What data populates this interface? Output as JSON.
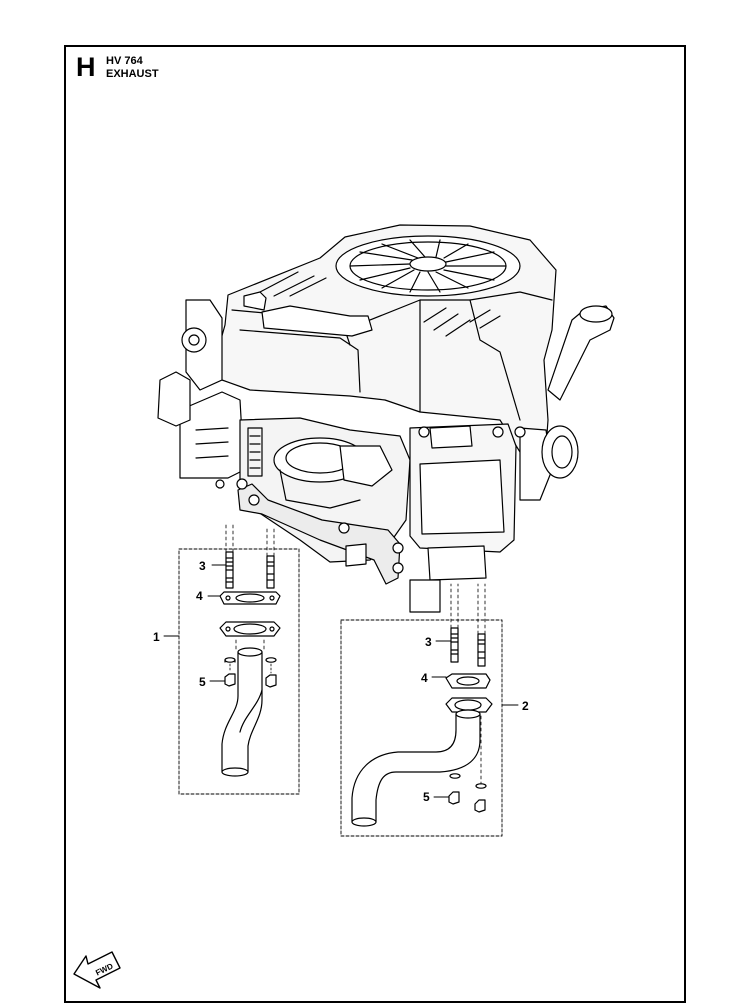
{
  "header": {
    "section_letter": "H",
    "model": "HV 764",
    "title": "EXHAUST"
  },
  "callouts": {
    "kit_left": "1",
    "kit_right": "2",
    "stud_left": "3",
    "gasket_left": "4",
    "nut_left": "5",
    "stud_right": "3",
    "gasket_right": "4",
    "nut_right": "5"
  },
  "direction_arrow": {
    "label": "FWD"
  }
}
